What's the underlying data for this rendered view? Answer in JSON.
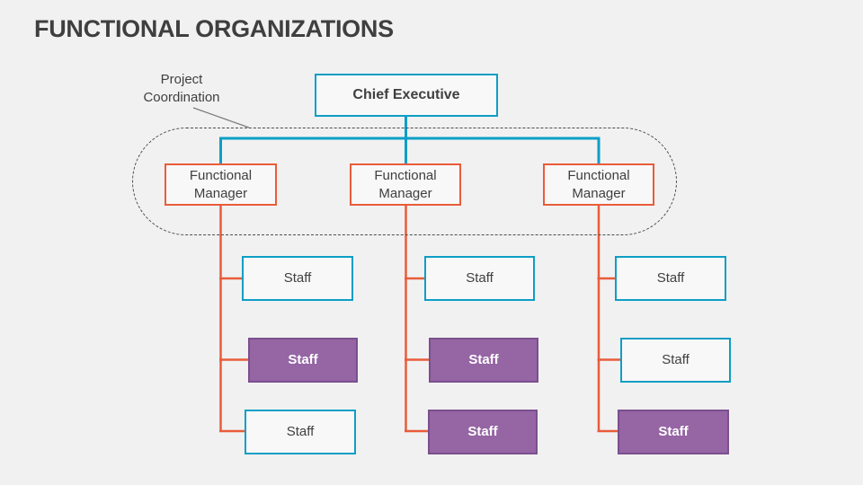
{
  "slide": {
    "title": "FUNCTIONAL ORGANIZATIONS"
  },
  "annotation": {
    "label": "Project Coordination"
  },
  "org": {
    "executive": {
      "label": "Chief Executive"
    },
    "managers": [
      {
        "label": "Functional Manager",
        "staff": [
          {
            "label": "Staff",
            "variant": "plain"
          },
          {
            "label": "Staff",
            "variant": "purple"
          },
          {
            "label": "Staff",
            "variant": "plain"
          }
        ]
      },
      {
        "label": "Functional Manager",
        "staff": [
          {
            "label": "Staff",
            "variant": "plain"
          },
          {
            "label": "Staff",
            "variant": "purple"
          },
          {
            "label": "Staff",
            "variant": "purple"
          }
        ]
      },
      {
        "label": "Functional Manager",
        "staff": [
          {
            "label": "Staff",
            "variant": "plain"
          },
          {
            "label": "Staff",
            "variant": "plain"
          },
          {
            "label": "Staff",
            "variant": "purple"
          }
        ]
      }
    ]
  },
  "colors": {
    "bg": "#f1f1f1",
    "ink": "#3f3f3f",
    "teal": "#0d9ec6",
    "orange": "#e95c3a",
    "purple": "#9565a4",
    "purpleBorder": "#7c4f8e",
    "boxfill": "#f8f8f8",
    "dash": "#4d4d4d",
    "pointer": "#7a7a7a"
  }
}
